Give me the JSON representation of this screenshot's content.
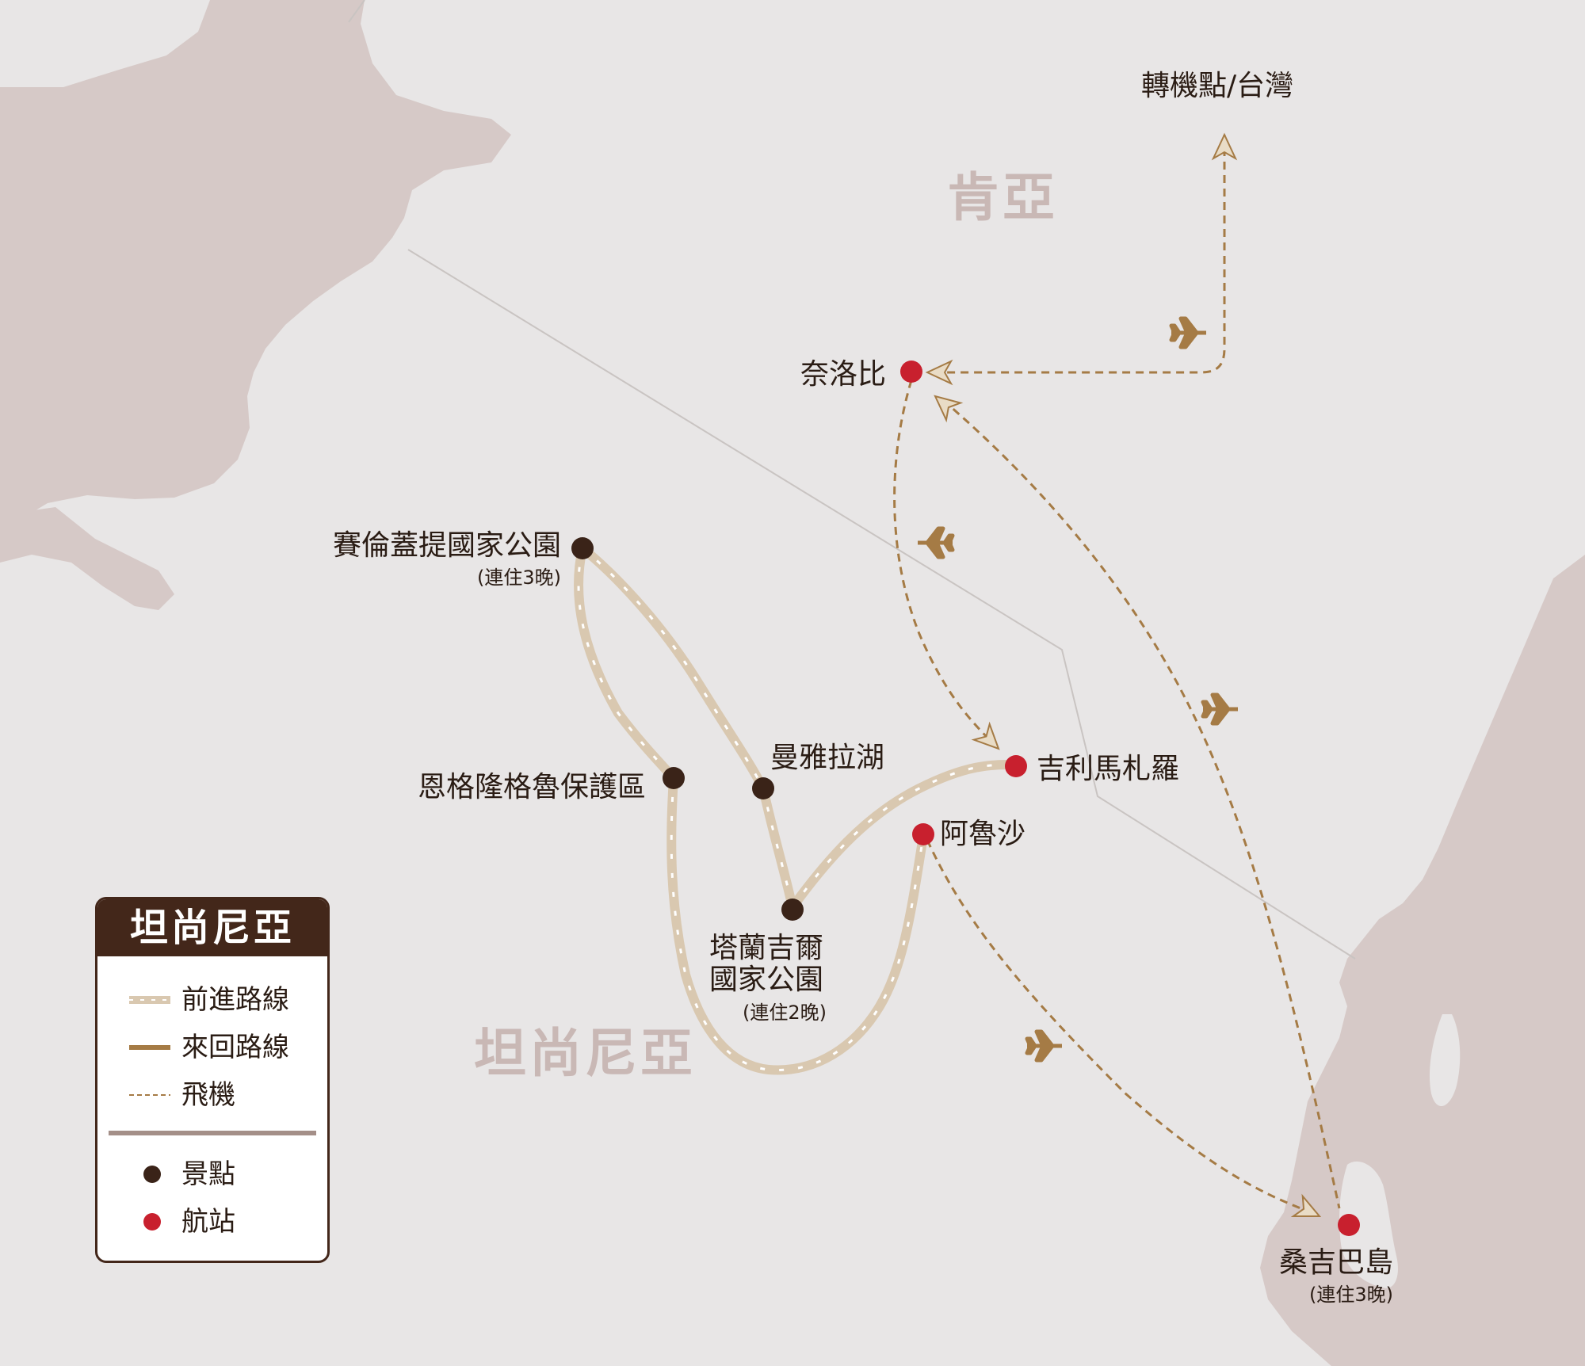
{
  "map": {
    "country_labels": {
      "kenya": "肯亞",
      "tanzania": "坦尚尼亞"
    },
    "places": {
      "transfer": "轉機點/台灣",
      "nairobi": "奈洛比",
      "serengeti": "賽倫蓋提國家公園",
      "serengeti_note": "(連住3晚)",
      "ngorongoro": "恩格隆格魯保護區",
      "manyara": "曼雅拉湖",
      "tarangire_line1": "塔蘭吉爾",
      "tarangire_line2": "國家公園",
      "tarangire_note": "(連住2晚)",
      "kilimanjaro": "吉利馬札羅",
      "arusha": "阿魯沙",
      "zanzibar": "桑吉巴島",
      "zanzibar_note": "(連住3晚)"
    },
    "colors": {
      "land": "#d6c9c7",
      "sea": "#e8e6e6",
      "route_forward": "#d9c8b0",
      "route_return": "#a57b45",
      "flight": "#a57b45",
      "attraction": "#3a2318",
      "airport": "#c8202e"
    }
  },
  "legend": {
    "title": "坦尚尼亞",
    "forward_route": "前進路線",
    "round_trip_route": "來回路線",
    "flight": "飛機",
    "attraction": "景點",
    "airport": "航站"
  }
}
